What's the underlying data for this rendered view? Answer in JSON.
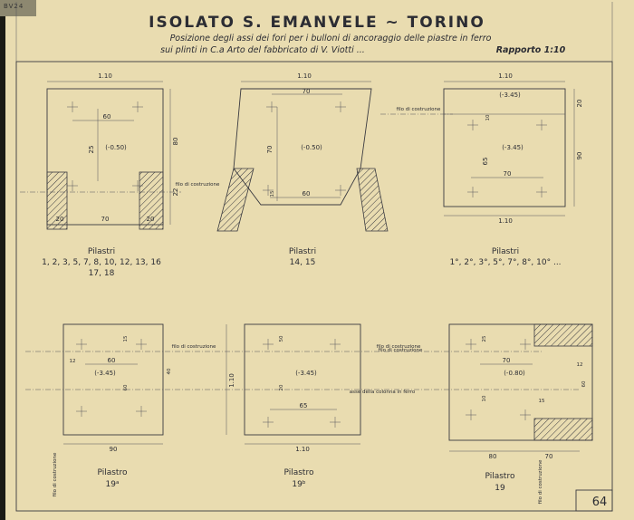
{
  "doc": {
    "stamp": "BV24",
    "title": "ISOLATO  S. EMANVELE  ~  TORINO",
    "subtitle_line1": "Posizione degli assi dei fori per i bulloni di ancoraggio delle piastre in ferro",
    "subtitle_line2": "sui plinti in C.a Arto del fabbricato di V. Viotti ...",
    "scale": "Rapporto 1:10",
    "page_number": "64"
  },
  "pillars": {
    "p1": {
      "label": "Pilastri",
      "list1": "1, 2, 3, 5, 7, 8, 10, 12, 13, 16",
      "list2": "17, 18",
      "top_width": "1.10",
      "inner": "60",
      "height": "80",
      "side1": "25",
      "side2": "22",
      "base": "70",
      "foot_l": "20",
      "foot_r": "20",
      "level": "(-0.50)",
      "axis": "filo di costruzione"
    },
    "p2": {
      "label": "Pilastri",
      "list1": "14, 15",
      "top_width": "1.10",
      "top_inner": "70",
      "height": "70",
      "bottom": "60",
      "small": "15",
      "level": "(-0.50)"
    },
    "p3": {
      "label": "Pilastri",
      "list1": "1°, 2°, 3°, 5°, 7°, 8°, 10° ...",
      "top_width": "1.10",
      "bottom_width": "1.10",
      "level_top": "(-3.45)",
      "level_mid": "(-3.45)",
      "h1": "20",
      "h2": "90",
      "h3": "10",
      "h4": "65",
      "inner": "70",
      "axis": "filo di costruzione"
    },
    "p4": {
      "label": "Pilastro",
      "number": "19ᵃ",
      "width": "90",
      "side": "1.10",
      "inner": "60",
      "level": "(-3.45)",
      "h1": "15",
      "h2": "40",
      "h3": "60",
      "h4": "12",
      "axis": "filo di costruzione",
      "axis_left": "filo di costruzione"
    },
    "p5": {
      "label": "Pilastro",
      "number": "19ᵇ",
      "width": "1.10",
      "inner": "65",
      "level": "(-3.45)",
      "h1": "50",
      "h2": "20",
      "axis": "filo di costruzione",
      "axis_mid": "asse della colonna in ferro"
    },
    "p6": {
      "label": "Pilastro",
      "number": "19",
      "width_left": "80",
      "width_right": "70",
      "inner": "70",
      "level": "(-0.80)",
      "h1": "25",
      "h2": "60",
      "side": "12",
      "h3": "10",
      "h4": "15",
      "axis": "filo di costruzione",
      "axis_right": "filo di costruzione"
    }
  }
}
